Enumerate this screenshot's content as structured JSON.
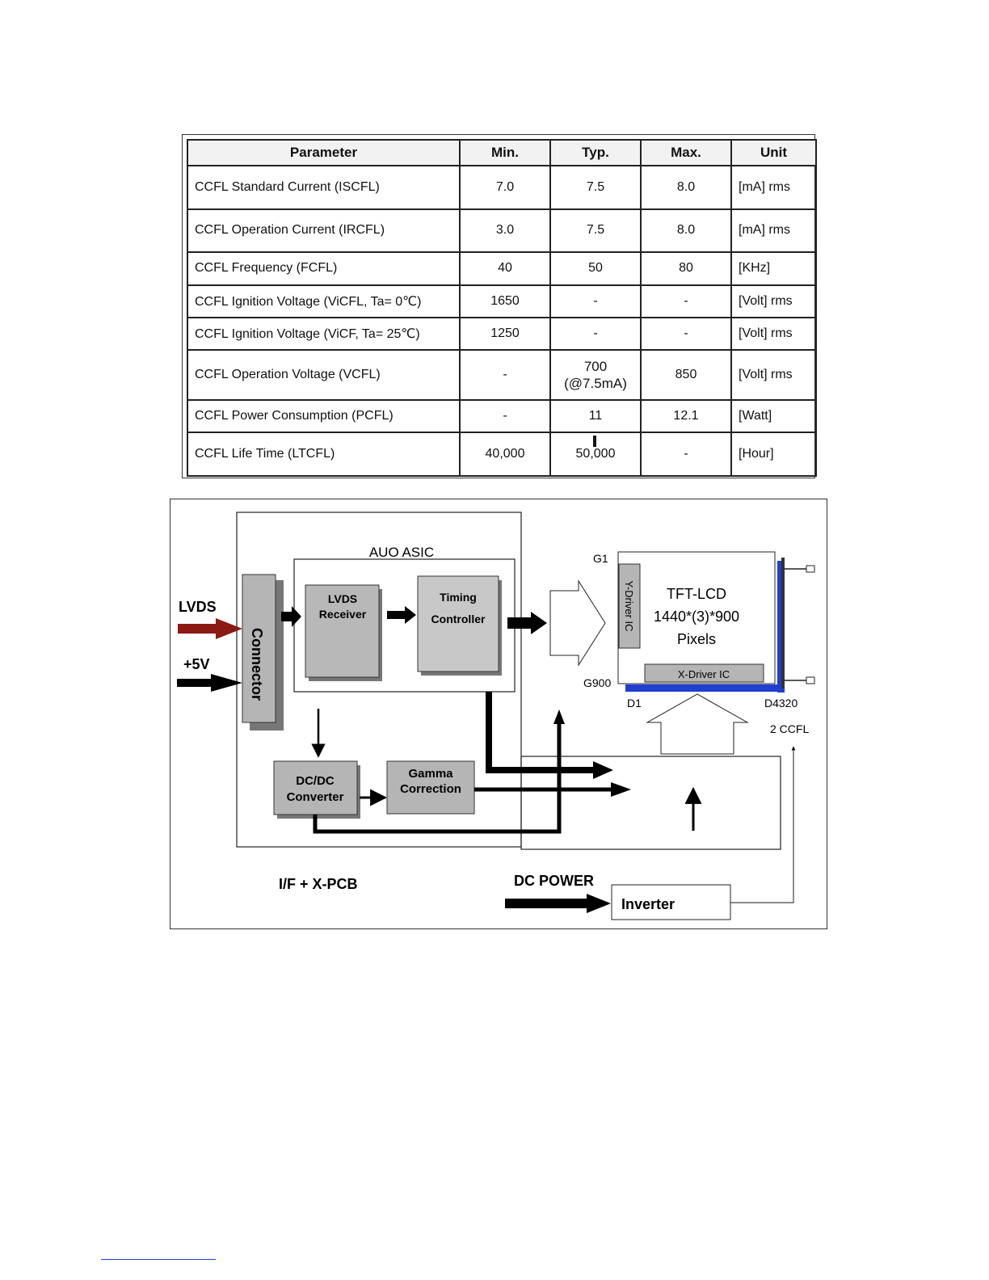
{
  "table": {
    "headers": [
      "Parameter",
      "Min.",
      "Typ.",
      "Max.",
      "Unit"
    ],
    "rows": [
      {
        "param": "CCFL Standard Current (ISCFL)",
        "min": "7.0",
        "typ": "7.5",
        "typ2": "",
        "max": "8.0",
        "unit": "[mA] rms"
      },
      {
        "param": "CCFL Operation Current (IRCFL)",
        "min": "3.0",
        "typ": "7.5",
        "typ2": "",
        "max": "8.0",
        "unit": "[mA] rms"
      },
      {
        "param": "CCFL Frequency (FCFL)",
        "min": "40",
        "typ": "50",
        "typ2": "",
        "max": "80",
        "unit": "[KHz]"
      },
      {
        "param": "CCFL Ignition Voltage (ViCFL, Ta= 0℃)",
        "min": "1650",
        "typ": "-",
        "typ2": "",
        "max": "-",
        "unit": "[Volt] rms"
      },
      {
        "param": "CCFL Ignition Voltage (ViCF, Ta= 25℃)",
        "min": "1250",
        "typ": "-",
        "typ2": "",
        "max": "-",
        "unit": "[Volt] rms"
      },
      {
        "param": "CCFL Operation Voltage (VCFL)",
        "min": "-",
        "typ": "700",
        "typ2": "(@7.5mA)",
        "max": "850",
        "unit": "[Volt] rms"
      },
      {
        "param": "CCFL Power Consumption (PCFL)",
        "min": "-",
        "typ": "11",
        "typ2": "",
        "max": "12.1",
        "unit": "[Watt]"
      },
      {
        "param": "CCFL Life Time (LTCFL)",
        "min": "40,000",
        "typ": "50,000",
        "typ2": "",
        "max": "-",
        "unit": "[Hour]"
      }
    ]
  },
  "diagram": {
    "auo_asic": "AUO ASIC",
    "lvds_in": "LVDS",
    "plus5v_in": "+5V",
    "connector": "Connector",
    "lvds_receiver": [
      "LVDS",
      "Receiver"
    ],
    "timing_controller": [
      "Timing",
      "Controller"
    ],
    "dcdc_converter": [
      "DC/DC",
      "Converter"
    ],
    "gamma_correction": [
      "Gamma",
      "Correction"
    ],
    "g1": "G1",
    "g900": "G900",
    "d1": "D1",
    "d4320": "D4320",
    "y_driver": "Y-Driver IC",
    "x_driver": "X-Driver IC",
    "tft_lcd": [
      "TFT-LCD",
      "1440*(3)*900",
      "Pixels"
    ],
    "two_ccfl": "2 CCFL",
    "if_xpcb": "I/F + X-PCB",
    "dc_power": "DC POWER",
    "inverter": "Inverter"
  }
}
